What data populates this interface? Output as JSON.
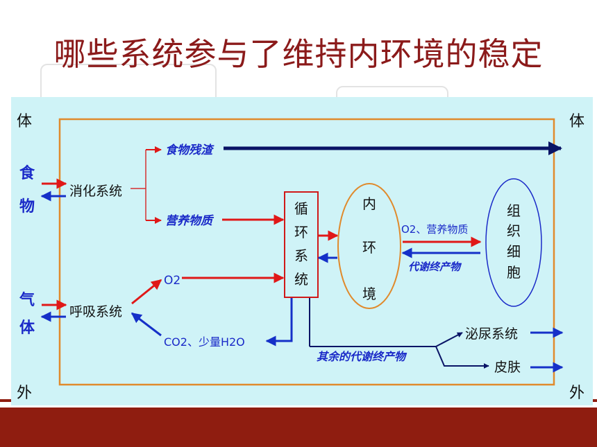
{
  "title": "哪些系统参与了维持内环境的稳定",
  "corners": {
    "top_left": "体",
    "top_right": "体",
    "bottom_left": "外",
    "bottom_right": "外"
  },
  "food": {
    "ch1": "食",
    "ch2": "物"
  },
  "gas": {
    "ch1": "气",
    "ch2": "体"
  },
  "digestive_system": "消化系统",
  "food_residue": "食物残渣",
  "nutrients": "营养物质",
  "respiratory_system": "呼吸系统",
  "o2": "O2",
  "co2_water": "CO2、少量H2O",
  "circulatory": {
    "c1": "循",
    "c2": "环",
    "c3": "系",
    "c4": "统"
  },
  "internal_env": {
    "c1": "内",
    "c2": "环",
    "c3": "境"
  },
  "tissue_cells": {
    "c1": "组",
    "c2": "织",
    "c3": "细",
    "c4": "胞"
  },
  "o2_nutrients": "O2、营养物质",
  "metabolic_waste": "代谢终产物",
  "other_waste": "其余的代谢终产物",
  "urinary_system": "泌尿系统",
  "skin": "皮肤",
  "colors": {
    "title": "#8b1a1a",
    "panel": "#cff3f7",
    "border": "#e08a2c",
    "red_arrow": "#e01818",
    "blue_arrow": "#1530c8",
    "dark_arrow": "#0a1466",
    "label_blue": "#1a2ac8",
    "box_red": "#d01818",
    "band": "#8f1d10"
  }
}
